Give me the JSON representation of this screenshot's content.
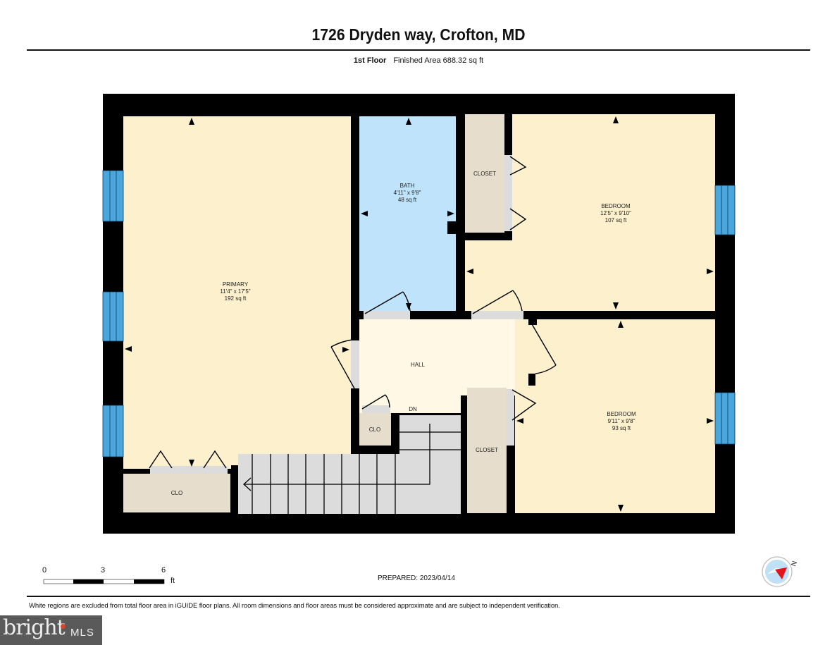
{
  "header": {
    "title": "1726 Dryden way, Crofton, MD",
    "floor": "1st Floor",
    "finished_area": "Finished Area 688.32 sq ft"
  },
  "rooms": {
    "primary": {
      "name": "PRIMARY",
      "dims": "11'4\" x 17'5\"",
      "area": "192 sq ft"
    },
    "bath": {
      "name": "BATH",
      "dims": "4'11\" x 9'8\"",
      "area": "48 sq ft"
    },
    "bedroom1": {
      "name": "BEDROOM",
      "dims": "12'5\" x 9'10\"",
      "area": "107 sq ft"
    },
    "bedroom2": {
      "name": "BEDROOM",
      "dims": "9'11\" x 9'8\"",
      "area": "93 sq ft"
    },
    "hall": {
      "name": "HALL"
    },
    "closet_top": {
      "name": "CLOSET"
    },
    "closet_bottom": {
      "name": "CLOSET"
    },
    "clo_small": {
      "name": "CLO"
    },
    "clo_primary": {
      "name": "CLO"
    },
    "stairs": {
      "label": "DN"
    }
  },
  "colors": {
    "room": "#fdf0cc",
    "hall": "#fef8e4",
    "bath": "#bfe3fa",
    "closet": "#e7ddcc",
    "stairs": "#dcdcdc",
    "wall": "#000000",
    "window": "#4aa7dd",
    "compass_red": "#e0161b"
  },
  "footer": {
    "scale_ticks": [
      "0",
      "3",
      "6"
    ],
    "scale_unit": "ft",
    "prepared": "PREPARED: 2023/04/14",
    "compass_label": "N",
    "disclaimer": "White regions are excluded from total floor area in iGUIDE floor plans. All room dimensions and floor areas must be considered approximate and are subject to independent verification.",
    "logo_word": "bright",
    "logo_suffix": "MLS"
  }
}
